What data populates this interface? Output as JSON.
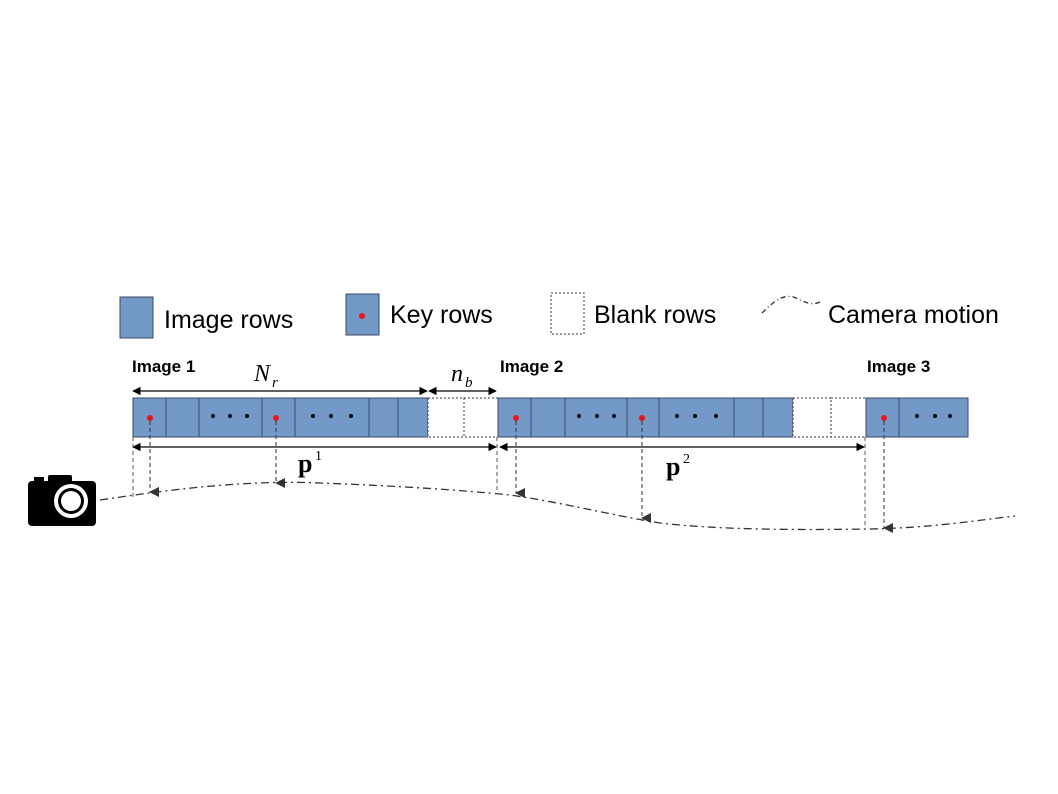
{
  "legend": {
    "image_rows": "Image rows",
    "key_rows": "Key rows",
    "blank_rows": "Blank rows",
    "camera_motion": "Camera motion"
  },
  "images": {
    "image1": "Image 1",
    "image2": "Image 2",
    "image3": "Image 3"
  },
  "symbols": {
    "Nr_main": "N",
    "Nr_sub": "r",
    "nb_main": "n",
    "nb_sub": "b",
    "p1_main": "p",
    "p1_sup": "1",
    "p2_main": "p",
    "p2_sup": "2"
  },
  "colors": {
    "row_fill": "#7399c6",
    "row_stroke": "#3a4a66",
    "key_dot": "#e8141a",
    "blank_stroke": "#333333"
  }
}
